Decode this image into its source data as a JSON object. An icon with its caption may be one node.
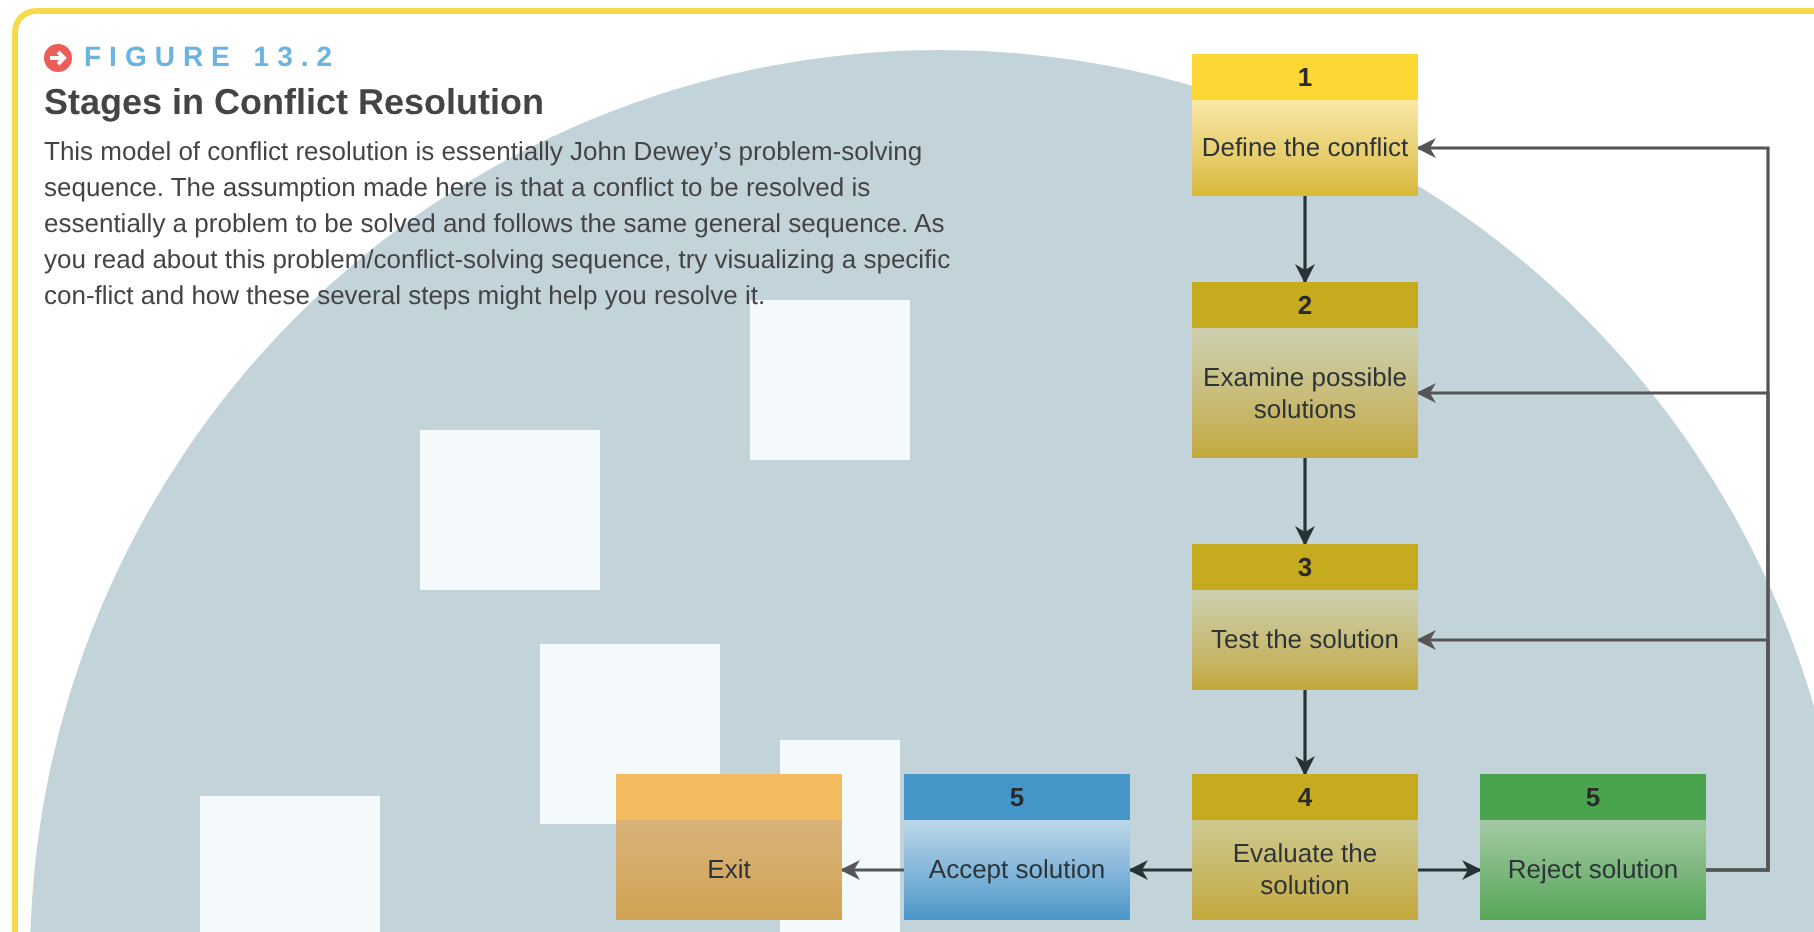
{
  "diagram": {
    "title": "Stages in Conflict Resolution",
    "caption": "This model of conflict resolution is essentially John Dewey’s problem-solving sequence. The assumption made here is that a conflict to be resolved is essentially a problem to be solved and follows the same general sequence. As you read about this problem/conflict-solving sequence, try visualizing a specific con-flict and how these several steps might help you resolve it.",
    "labels": [
      "FIGURE 13.2"
    ],
    "nodes": [
      {
        "text": [
          "1",
          "Define the conflict"
        ]
      },
      {
        "text": [
          "2",
          "Examine possible solutions"
        ]
      },
      {
        "text": [
          "3",
          "Test the solution"
        ]
      },
      {
        "text": [
          "Exit"
        ]
      },
      {
        "text": [
          "5",
          "Accept solution"
        ]
      },
      {
        "text": [
          "4",
          "Evaluate the solution"
        ]
      },
      {
        "text": [
          "5",
          "Reject solution"
        ]
      }
    ],
    "edges": [
      {
        "from": 0,
        "to": 1,
        "arrow": "to"
      },
      {
        "from": 1,
        "to": 2,
        "arrow": "to"
      },
      {
        "from": 2,
        "to": 5,
        "arrow": "to"
      },
      {
        "from": 5,
        "to": 4,
        "arrow": "to"
      },
      {
        "from": 4,
        "to": 3,
        "arrow": "to",
        "color": "#555555"
      },
      {
        "from": 5,
        "to": 6,
        "arrow": "to"
      },
      {
        "from": 6,
        "to": 0,
        "arrow": "to",
        "color": "#555555"
      },
      {
        "from": 6,
        "to": 1,
        "arrow": "to",
        "color": "#555555"
      },
      {
        "from": 6,
        "to": 2,
        "arrow": "to",
        "color": "#555555"
      }
    ]
  }
}
